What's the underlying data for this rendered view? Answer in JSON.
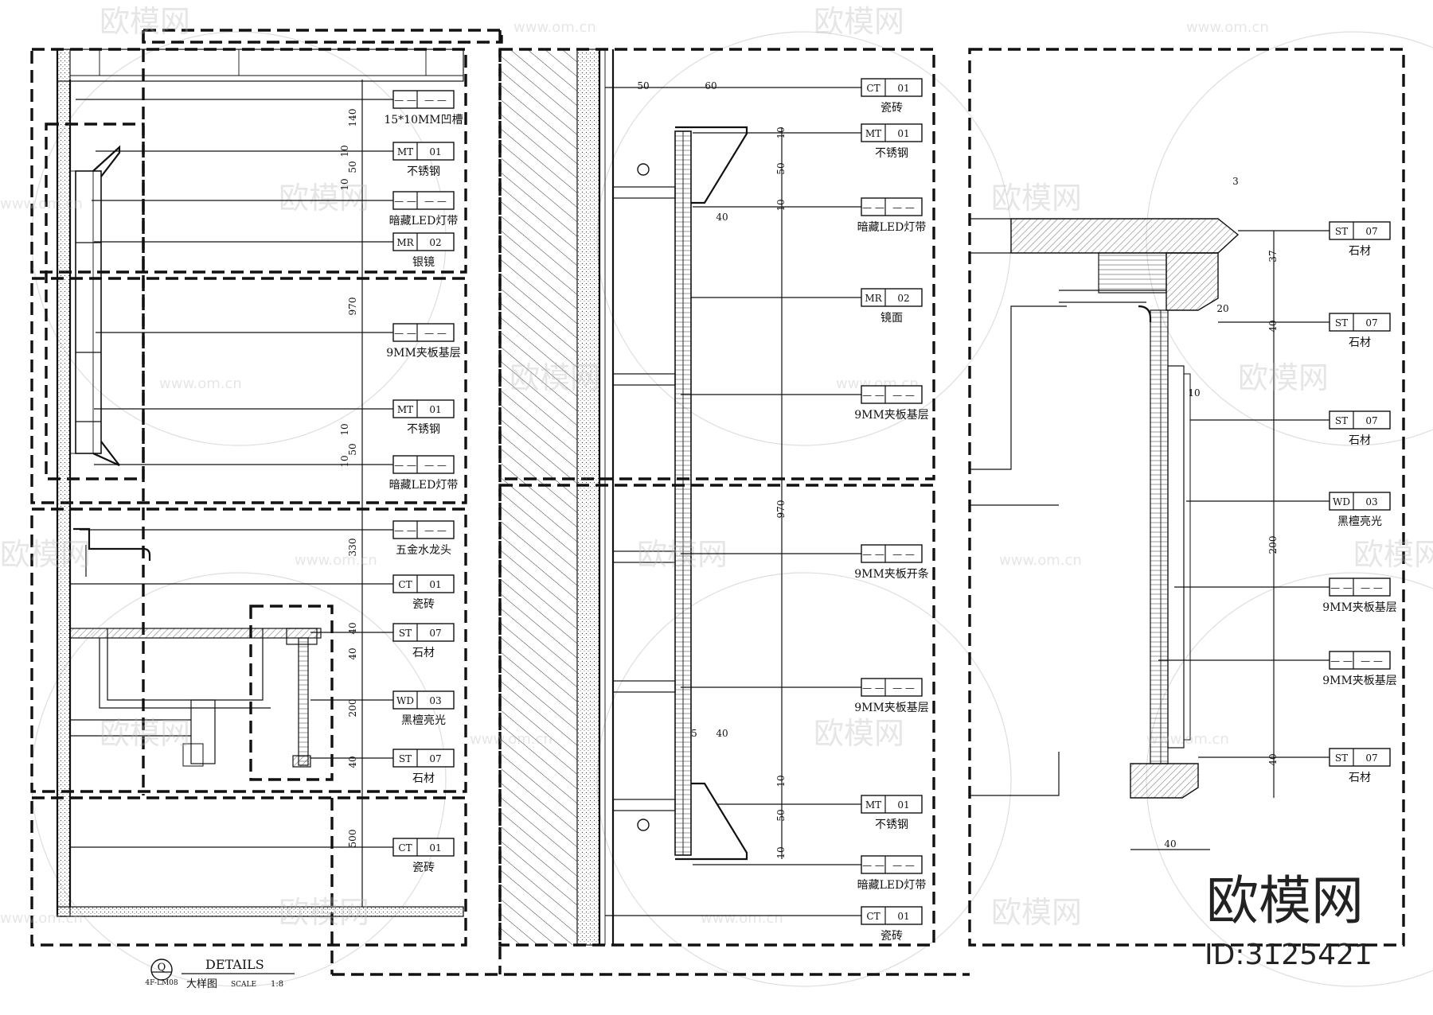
{
  "watermarks": {
    "brand": "欧模网",
    "url": "www.om.cn",
    "id_text": "ID:3125421",
    "logo_brand": "欧模网"
  },
  "title_block": {
    "symbol_letter": "Q",
    "sheet_ref": "4F-LM08",
    "title_en": "DETAILS",
    "title_cn": "大样图",
    "scale_label": "SCALE",
    "scale_value": "1:8"
  },
  "left_panel": {
    "dims": [
      "140",
      "50",
      "970",
      "50",
      "330",
      "40",
      "40",
      "200",
      "40",
      "500"
    ],
    "dims_small": [
      "10",
      "10",
      "10",
      "10"
    ],
    "tags": [
      {
        "code": "— —",
        "num": "— —",
        "label": "15*10MM凹槽"
      },
      {
        "code": "MT",
        "num": "01",
        "label": "不锈钢"
      },
      {
        "code": "— —",
        "num": "— —",
        "label": "暗藏LED灯带"
      },
      {
        "code": "MR",
        "num": "02",
        "label": "银镜"
      },
      {
        "code": "— —",
        "num": "— —",
        "label": "9MM夹板基层"
      },
      {
        "code": "MT",
        "num": "01",
        "label": "不锈钢"
      },
      {
        "code": "— —",
        "num": "— —",
        "label": "暗藏LED灯带"
      },
      {
        "code": "— —",
        "num": "— —",
        "label": "五金水龙头"
      },
      {
        "code": "CT",
        "num": "01",
        "label": "瓷砖"
      },
      {
        "code": "ST",
        "num": "07",
        "label": "石材"
      },
      {
        "code": "WD",
        "num": "03",
        "label": "黑檀亮光"
      },
      {
        "code": "ST",
        "num": "07",
        "label": "石材"
      },
      {
        "code": "CT",
        "num": "01",
        "label": "瓷砖"
      }
    ]
  },
  "middle_panel": {
    "dims_top": [
      "50",
      "60"
    ],
    "dims": [
      "10",
      "50",
      "10",
      "40",
      "970",
      "10",
      "50",
      "10",
      "5",
      "40"
    ],
    "tags": [
      {
        "code": "CT",
        "num": "01",
        "label": "瓷砖"
      },
      {
        "code": "MT",
        "num": "01",
        "label": "不锈钢"
      },
      {
        "code": "— —",
        "num": "— —",
        "label": "暗藏LED灯带"
      },
      {
        "code": "MR",
        "num": "02",
        "label": "镜面"
      },
      {
        "code": "— —",
        "num": "— —",
        "label": "9MM夹板基层"
      },
      {
        "code": "— —",
        "num": "— —",
        "label": "9MM夹板开条"
      },
      {
        "code": "— —",
        "num": "— —",
        "label": "9MM夹板基层"
      },
      {
        "code": "MT",
        "num": "01",
        "label": "不锈钢"
      },
      {
        "code": "— —",
        "num": "— —",
        "label": "暗藏LED灯带"
      },
      {
        "code": "CT",
        "num": "01",
        "label": "瓷砖"
      }
    ]
  },
  "right_panel": {
    "dims": [
      "3",
      "37",
      "20",
      "40",
      "10",
      "200",
      "40",
      "40"
    ],
    "tags": [
      {
        "code": "ST",
        "num": "07",
        "label": "石材"
      },
      {
        "code": "ST",
        "num": "07",
        "label": "石材"
      },
      {
        "code": "ST",
        "num": "07",
        "label": "石材"
      },
      {
        "code": "WD",
        "num": "03",
        "label": "黑檀亮光"
      },
      {
        "code": "— —",
        "num": "— —",
        "label": "9MM夹板基层"
      },
      {
        "code": "— —",
        "num": "— —",
        "label": "9MM夹板基层"
      },
      {
        "code": "ST",
        "num": "07",
        "label": "石材"
      }
    ]
  }
}
